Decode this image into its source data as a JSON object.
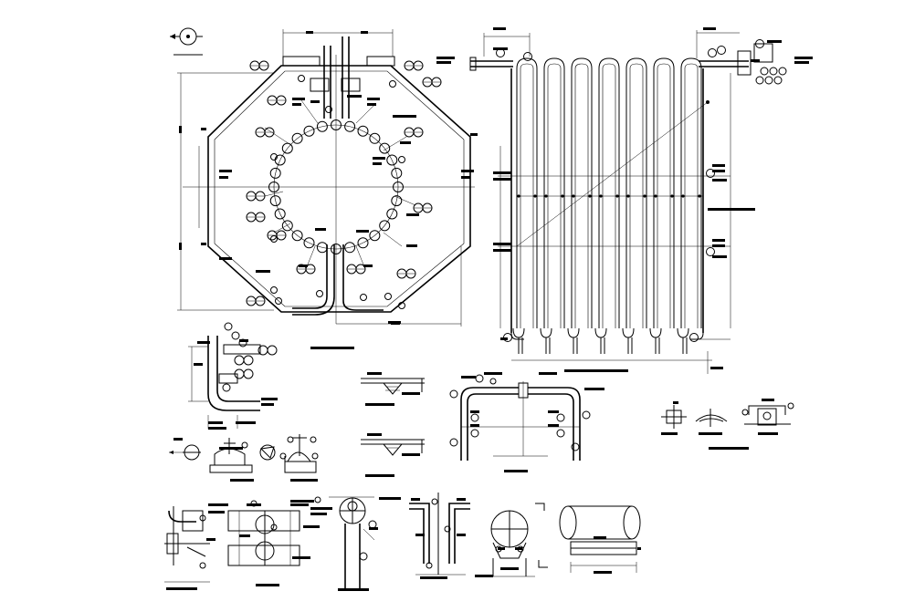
{
  "drawing": {
    "background": "#ffffff",
    "line_color": "#000000",
    "views": [
      {
        "id": "plan-view",
        "type": "octagonal coil plan"
      },
      {
        "id": "elevation-view",
        "type": "serpentine coil elevation"
      },
      {
        "id": "detail-elbow",
        "type": "pipe elbow detail"
      },
      {
        "id": "detail-weld-1",
        "type": "weld detail"
      },
      {
        "id": "detail-weld-2",
        "type": "weld detail"
      },
      {
        "id": "detail-supports",
        "type": "pipe support details"
      },
      {
        "id": "detail-header-loop",
        "type": "header loop detail"
      },
      {
        "id": "detail-small-sections",
        "type": "small section details"
      },
      {
        "id": "detail-clamp",
        "type": "pipe clamp detail"
      },
      {
        "id": "detail-column",
        "type": "vertical pipe column detail"
      },
      {
        "id": "detail-branch",
        "type": "branch pipe detail"
      },
      {
        "id": "detail-saddle",
        "type": "pipe saddle detail"
      },
      {
        "id": "detail-shell",
        "type": "cylindrical shell detail"
      }
    ],
    "icons": [
      "north-arrow-icon",
      "callout-bubble-icon",
      "section-arrow-icon"
    ]
  }
}
